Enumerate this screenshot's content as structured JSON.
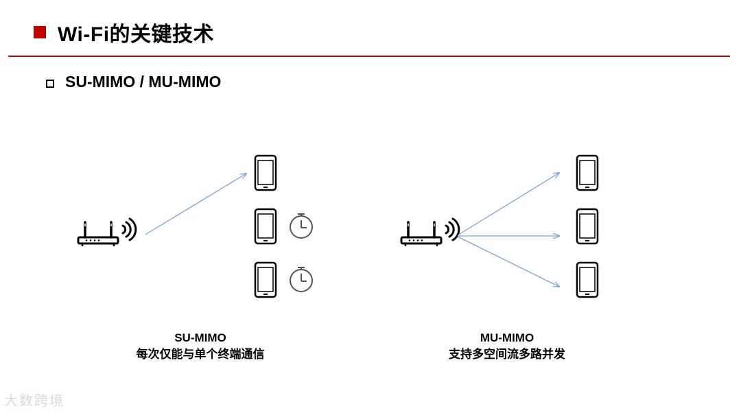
{
  "slide": {
    "title": "Wi-Fi的关键技术",
    "subtitle": "SU-MIMO / MU-MIMO"
  },
  "su_mimo": {
    "name": "SU-MIMO",
    "description": "每次仅能与单个终端通信"
  },
  "mu_mimo": {
    "name": "MU-MIMO",
    "description": "支持多空间流多路并发"
  },
  "watermark": "大数跨境",
  "colors": {
    "accent_red": "#c00000",
    "arrow_blue": "#7ea3d6",
    "timer_gray": "#555555"
  }
}
